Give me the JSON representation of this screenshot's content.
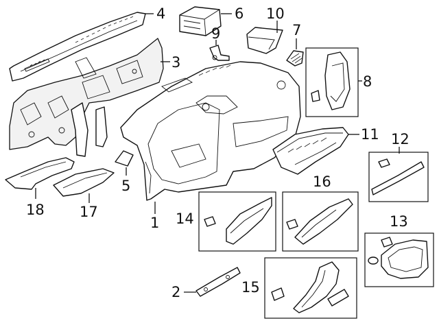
{
  "diagram": {
    "background": "#ffffff",
    "line_color": "#111111",
    "callouts": [
      {
        "id": "c1",
        "text": "1"
      },
      {
        "id": "c2",
        "text": "2"
      },
      {
        "id": "c3",
        "text": "3"
      },
      {
        "id": "c4",
        "text": "4"
      },
      {
        "id": "c5",
        "text": "5"
      },
      {
        "id": "c6",
        "text": "6"
      },
      {
        "id": "c7",
        "text": "7"
      },
      {
        "id": "c8",
        "text": "8"
      },
      {
        "id": "c9",
        "text": "9"
      },
      {
        "id": "c10",
        "text": "10"
      },
      {
        "id": "c11",
        "text": "11"
      },
      {
        "id": "c12",
        "text": "12"
      },
      {
        "id": "c13",
        "text": "13"
      },
      {
        "id": "c14",
        "text": "14"
      },
      {
        "id": "c15",
        "text": "15"
      },
      {
        "id": "c16",
        "text": "16"
      },
      {
        "id": "c17",
        "text": "17"
      },
      {
        "id": "c18",
        "text": "18"
      }
    ]
  }
}
